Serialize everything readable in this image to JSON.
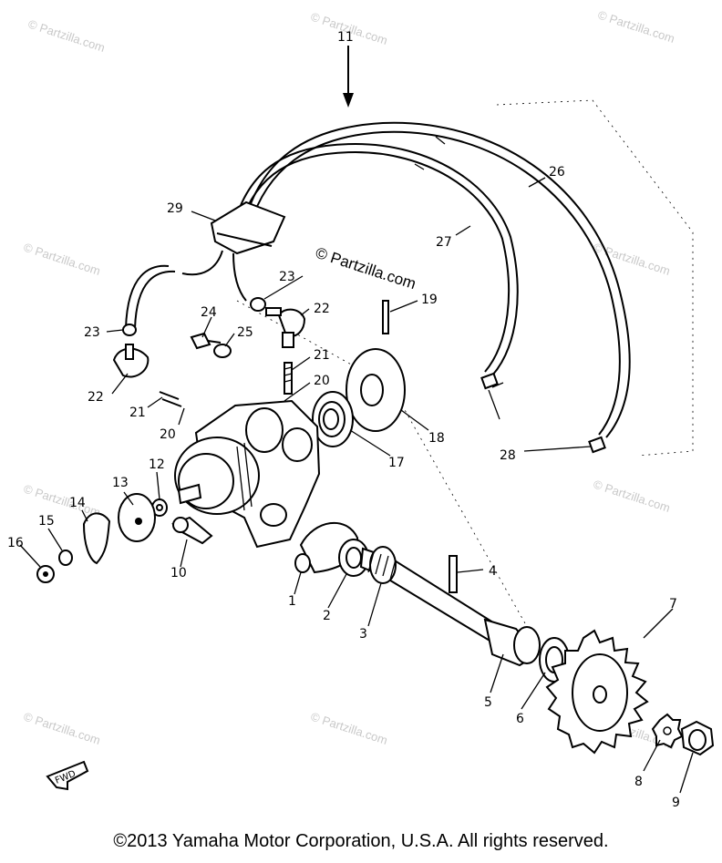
{
  "watermark": "© Partzilla.com",
  "copyright": "©2013  Yamaha Motor Corporation, U.S.A. All rights reserved.",
  "fwd_label": "FWD",
  "callouts": {
    "c1": "1",
    "c2": "2",
    "c3": "3",
    "c4": "4",
    "c5": "5",
    "c6": "6",
    "c7": "7",
    "c8": "8",
    "c9": "9",
    "c10": "10",
    "c11": "11",
    "c12": "12",
    "c13": "13",
    "c14": "14",
    "c15": "15",
    "c16": "16",
    "c17": "17",
    "c18": "18",
    "c19": "19",
    "c20a": "20",
    "c20b": "20",
    "c21a": "21",
    "c21b": "21",
    "c22a": "22",
    "c22b": "22",
    "c23a": "23",
    "c23b": "23",
    "c24": "24",
    "c25": "25",
    "c26": "26",
    "c27": "27",
    "c28": "28",
    "c29": "29"
  }
}
